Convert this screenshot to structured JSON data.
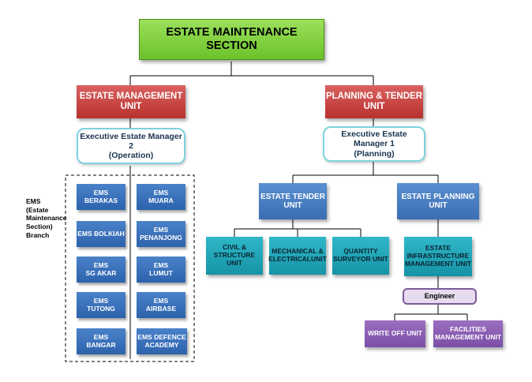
{
  "top": {
    "title": "ESTATE MAINTENANCE SECTION"
  },
  "units": {
    "management": "ESTATE MANAGEMENT\nUNIT",
    "planning": "PLANNING & TENDER\nUNIT"
  },
  "managers": {
    "operation": "Executive Estate Manager 2\n(Operation)",
    "planning": "Executive Estate Manager 1\n(Planning)"
  },
  "ems_branch_label": "EMS\n(Estate\nMaintenance\nSection)\nBranch",
  "ems": [
    "EMS\nBERAKAS",
    "EMS\nMUARA",
    "EMS BOLKIAH",
    "EMS\nPENANJONG",
    "EMS\nSG AKAR",
    "EMS\nLUMUT",
    "EMS\nTUTONG",
    "EMS\nAIRBASE",
    "EMS\nBANGAR",
    "EMS DEFENCE\nACADEMY"
  ],
  "subunits": {
    "tender": "ESTATE TENDER\nUNIT",
    "planning": "ESTATE PLANNING\nUNIT"
  },
  "tender_units": [
    "CIVIL &\nSTRUCTURE UNIT",
    "MECHANICAL &\nELECTRICALUNIT",
    "QUANTITY\nSURVEYOR UNIT"
  ],
  "infrastructure": "ESTATE\nINFRASTRUCTURE\nMANAGEMENT UNIT",
  "engineer": "Engineer",
  "engineer_units": [
    "WRITE OFF UNIT",
    "FACILITIES\nMANAGEMENT UNIT"
  ]
}
